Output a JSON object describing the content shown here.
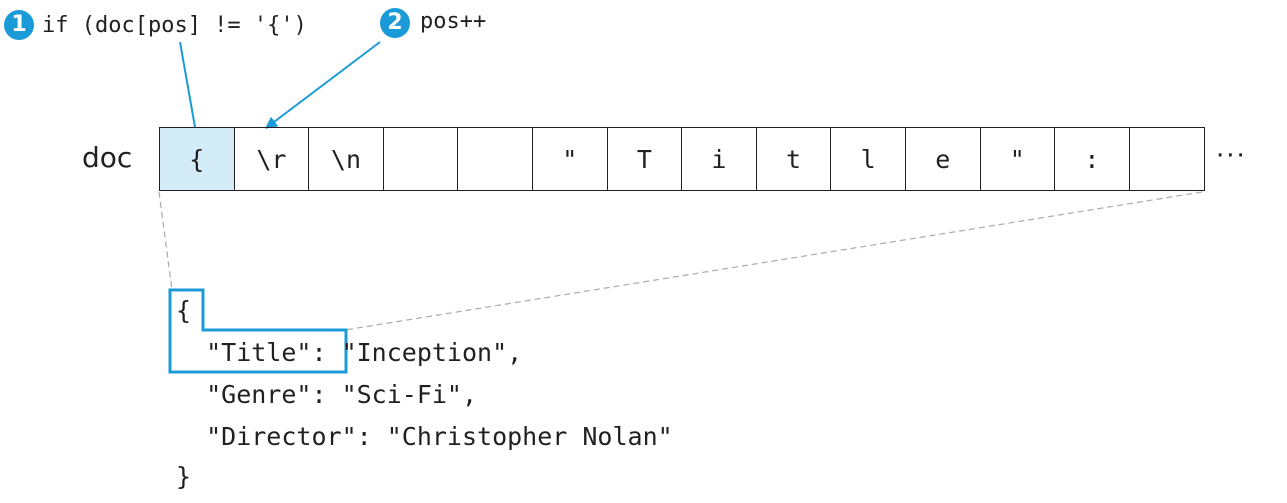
{
  "callouts": [
    {
      "number": "1",
      "text": "if (doc[pos] != '{')"
    },
    {
      "number": "2",
      "text": "pos++"
    }
  ],
  "array": {
    "label": "doc",
    "cells": [
      "{",
      "\\r",
      "\\n",
      "",
      "",
      "\"",
      "T",
      "i",
      "t",
      "l",
      "e",
      "\"",
      ":",
      ""
    ],
    "highlight_index": 0,
    "ellipsis": "···"
  },
  "code": {
    "lines": [
      "{",
      "  \"Title\": \"Inception\",",
      "  \"Genre\": \"Sci-Fi\",",
      "  \"Director\": \"Christopher Nolan\"",
      "}"
    ]
  },
  "colors": {
    "accent": "#1a9bd7",
    "highlight_fill": "#d4ecf8",
    "ink": "#231f20",
    "guide": "#aaaaaa"
  }
}
